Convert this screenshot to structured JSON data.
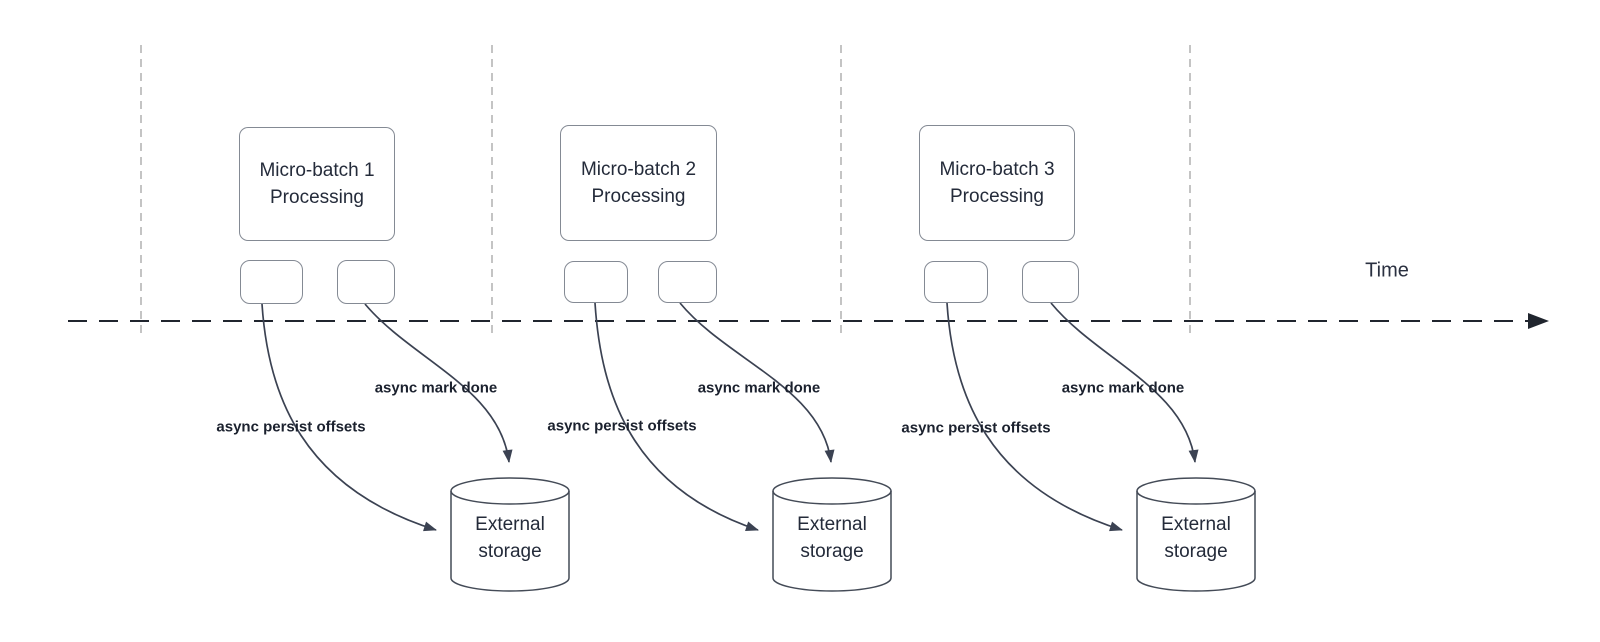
{
  "diagram": {
    "time_label": "Time",
    "colors": {
      "text": "#242b3a",
      "arrow": "#3b4252",
      "box_border": "#848a94",
      "timeline": "#20252e",
      "guide_line": "#b5b5b5",
      "shape_fill": "#ffffff"
    },
    "groups": [
      {
        "title": "Micro-batch 1 Processing",
        "persist_label": "async persist offsets",
        "mark_done_label": "async mark done",
        "storage_label": "External storage"
      },
      {
        "title": "Micro-batch 2 Processing",
        "persist_label": "async persist offsets",
        "mark_done_label": "async mark done",
        "storage_label": "External storage"
      },
      {
        "title": "Micro-batch 3 Processing",
        "persist_label": "async persist offsets",
        "mark_done_label": "async mark done",
        "storage_label": "External storage"
      }
    ]
  }
}
